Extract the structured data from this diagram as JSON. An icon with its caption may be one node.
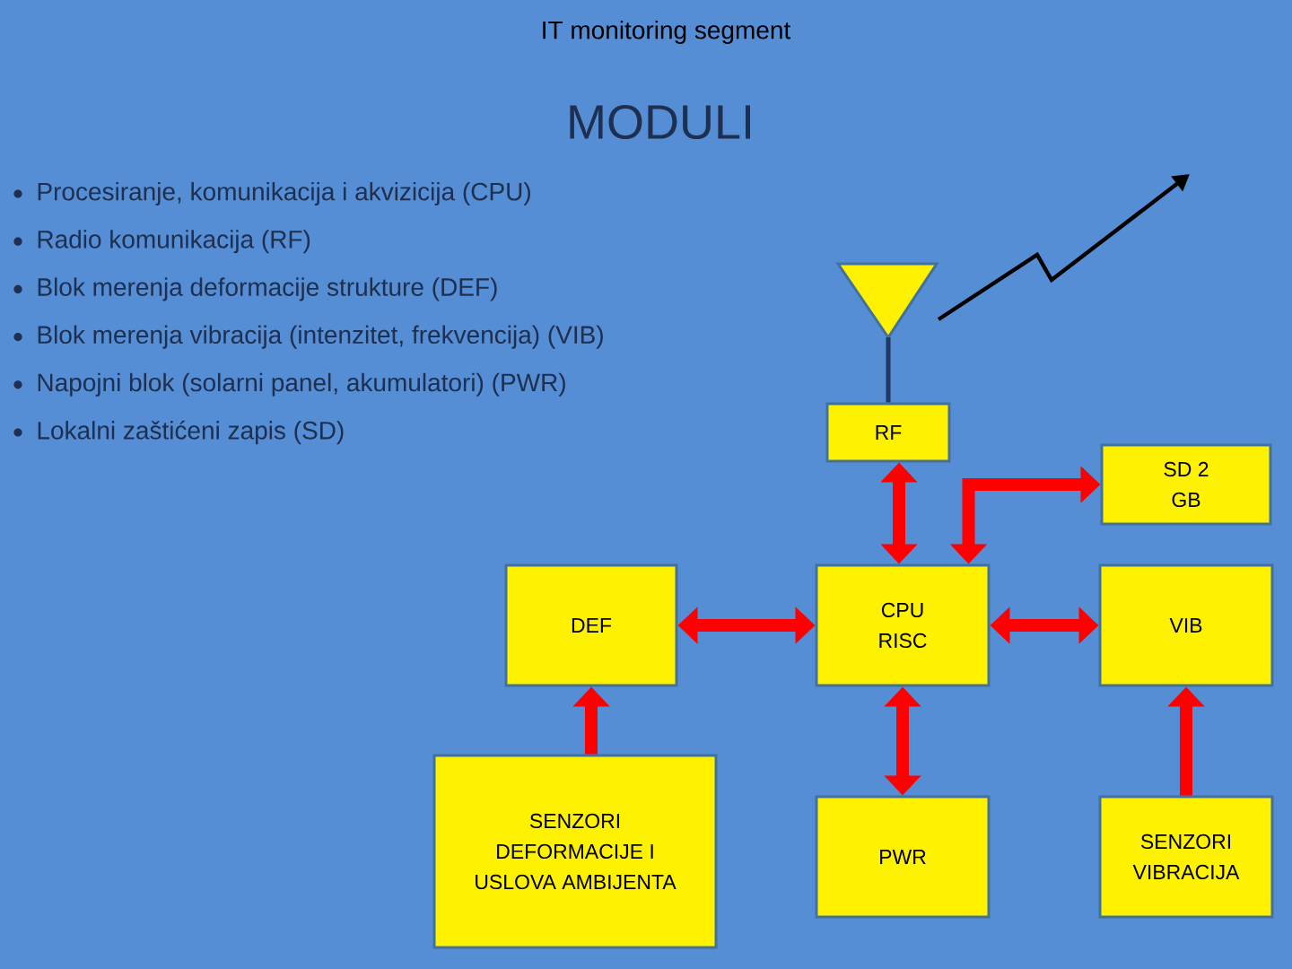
{
  "diagram": {
    "title": "IT monitoring segment",
    "nodes": [
      {
        "text": [],
        "shape": "triangle"
      },
      {
        "text": [
          "RF"
        ]
      },
      {
        "text": [
          "SD 2 GB"
        ]
      },
      {
        "text": [
          "DEF"
        ]
      },
      {
        "text": [
          "CPU RISC"
        ]
      },
      {
        "text": [
          "VIB"
        ]
      },
      {
        "text": [
          "SENZORI DEFORMACIJE I USLOVA AMBIJENTA"
        ]
      },
      {
        "text": [
          "PWR"
        ]
      },
      {
        "text": [
          "SENZORI VIBRACIJA"
        ]
      }
    ],
    "edges": [
      {
        "from": 0,
        "to": 1,
        "arrow": "none",
        "color": "#1f3864"
      },
      {
        "from": 1,
        "to": 4,
        "arrow": "both"
      },
      {
        "from": 4,
        "to": 2,
        "arrow": "both"
      },
      {
        "from": 3,
        "to": 4,
        "arrow": "both"
      },
      {
        "from": 4,
        "to": 5,
        "arrow": "both"
      },
      {
        "from": 6,
        "to": 3,
        "arrow": "to"
      },
      {
        "from": 4,
        "to": 7,
        "arrow": "both"
      },
      {
        "from": 8,
        "to": 5,
        "arrow": "to"
      }
    ],
    "labels": [
      "MODULI",
      "Procesiranje, komunikacija i akvizicija (CPU)",
      "Radio komunikacija (RF)",
      "Blok merenja deformacije strukture (DEF)",
      "Blok merenja vibracija (intenzitet, frekvencija) (VIB)",
      "Napojni blok (solarni panel, akumulatori) (PWR)",
      "Lokalni zaštićeni zapis (SD)"
    ]
  }
}
